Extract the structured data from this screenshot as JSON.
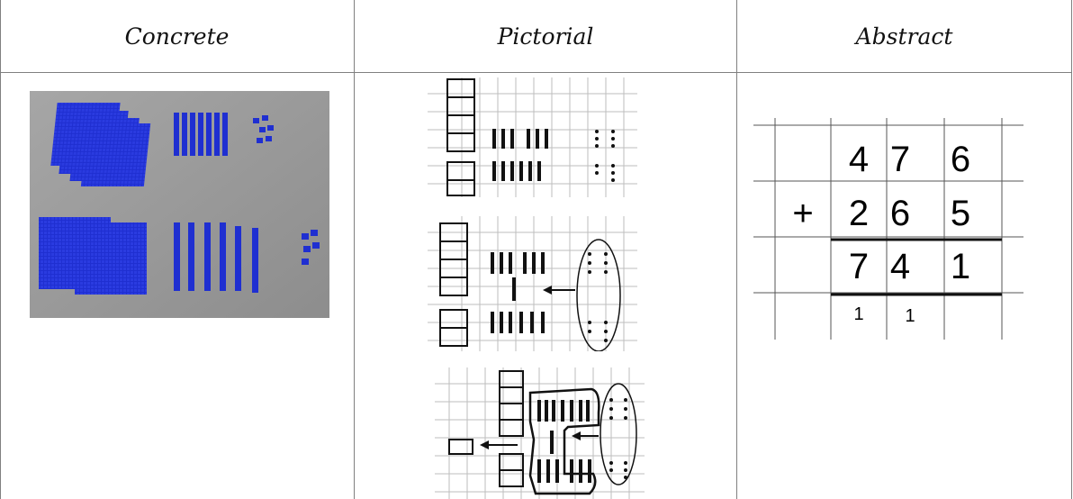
{
  "headers": {
    "concrete": "Concrete",
    "pictorial": "Pictorial",
    "abstract": "Abstract"
  },
  "colors": {
    "block_blue": "#1f2fd1",
    "background_gray": "#9a9a9a",
    "grid_line": "#bdbdbd",
    "table_border": "#808080"
  },
  "abstract_sum": {
    "operator": "+",
    "addend1_digits": [
      "4",
      "7",
      "6"
    ],
    "addend2_digits": [
      "2",
      "6",
      "5"
    ],
    "result_digits": [
      "7",
      "4",
      "1"
    ],
    "carry_digits": [
      "1",
      "1"
    ]
  }
}
